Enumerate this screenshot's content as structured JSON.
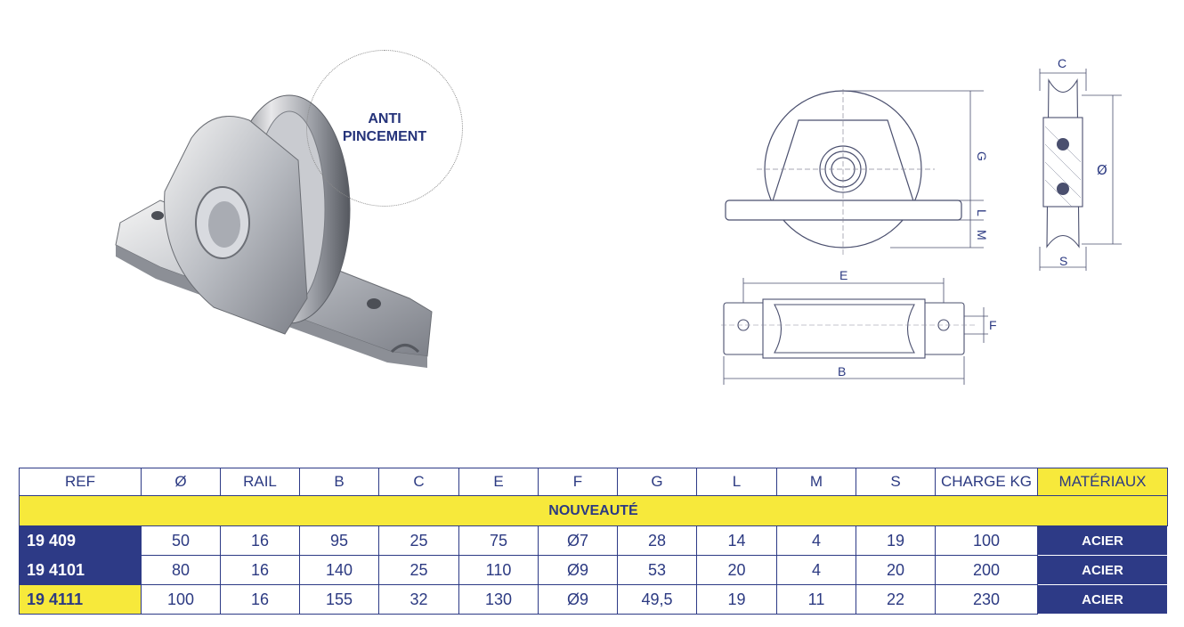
{
  "callout": {
    "line1": "ANTI",
    "line2": "PINCEMENT"
  },
  "drawing_labels": {
    "front": {
      "g": "G",
      "l": "L",
      "m": "M"
    },
    "side": {
      "c": "C",
      "diameter": "Ø",
      "s": "S"
    },
    "top": {
      "e": "E",
      "f": "F",
      "b": "B"
    }
  },
  "table": {
    "headers": [
      "REF",
      "Ø",
      "RAIL",
      "B",
      "C",
      "E",
      "F",
      "G",
      "L",
      "M",
      "S",
      "CHARGE KG",
      "MATÉRIAUX"
    ],
    "group_label": "NOUVEAUTÉ",
    "rows": [
      {
        "ref": "19 409",
        "ref_style": "blue",
        "values": [
          "50",
          "16",
          "95",
          "25",
          "75",
          "Ø7",
          "28",
          "14",
          "4",
          "19",
          "100"
        ],
        "material": "ACIER"
      },
      {
        "ref": "19 4101",
        "ref_style": "blue",
        "values": [
          "80",
          "16",
          "140",
          "25",
          "110",
          "Ø9",
          "53",
          "20",
          "4",
          "20",
          "200"
        ],
        "material": "ACIER"
      },
      {
        "ref": "19 4111",
        "ref_style": "yellow",
        "values": [
          "100",
          "16",
          "155",
          "32",
          "130",
          "Ø9",
          "49,5",
          "19",
          "11",
          "22",
          "230"
        ],
        "material": "ACIER"
      }
    ]
  },
  "colors": {
    "navy": "#2d3a86",
    "yellow": "#f7e93b",
    "line": "#6b6b8a"
  }
}
